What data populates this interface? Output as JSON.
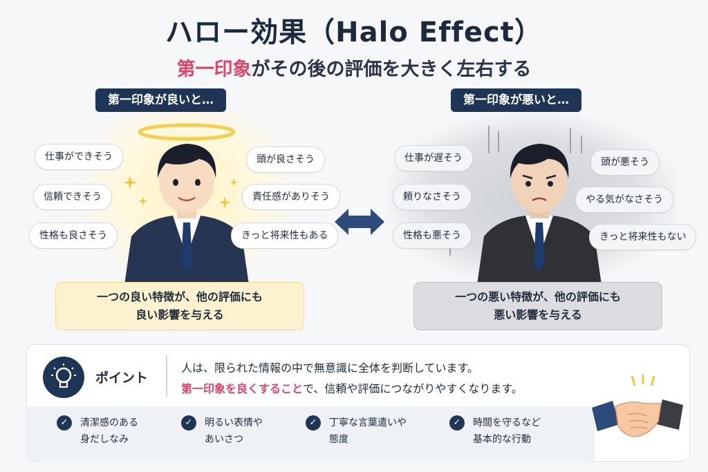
{
  "title": "ハロー効果（Halo Effect）",
  "subtitle": {
    "accent": "第一印象",
    "rest": "がその後の評価を大きく左右する"
  },
  "left": {
    "label": "第一印象が良いと…",
    "bubbles": [
      "仕事ができそう",
      "信頼できそう",
      "性格も良さそう",
      "頭が良さそう",
      "責任感がありそう",
      "きっと将来性もある"
    ],
    "summary_line1": "一つの良い特徴が、他の評価にも",
    "summary_line2": "良い影響を与える"
  },
  "right": {
    "label": "第一印象が悪いと…",
    "bubbles": [
      "仕事が遅そう",
      "頼りなさそう",
      "性格も悪そう",
      "頭が悪そう",
      "やる気がなさそう",
      "きっと将来性もない"
    ],
    "summary_line1": "一つの悪い特徴が、他の評価にも",
    "summary_line2": "悪い影響を与える"
  },
  "point": {
    "label": "ポイント",
    "line1": "人は、限られた情報の中で無意識に全体を判断しています。",
    "line2_accent": "第一印象を良くすること",
    "line2_rest": "で、信頼や評価につながりやすくなります。",
    "checks": [
      {
        "line1": "清潔感のある",
        "line2": "身だしなみ"
      },
      {
        "line1": "明るい表情や",
        "line2": "あいさつ"
      },
      {
        "line1": "丁寧な言葉遣いや",
        "line2": "態度"
      },
      {
        "line1": "時間を守るなど",
        "line2": "基本的な行動"
      }
    ]
  },
  "colors": {
    "navy": "#1f3556",
    "accent_pink": "#e0446a",
    "halo_gold": "#f5cf4a",
    "good_bg": "#fdf2cf",
    "bad_bg": "#dcdde0"
  },
  "icons": {
    "halo": "halo-ring-icon",
    "sparkle": "sparkle-icon",
    "arrow": "double-arrow-icon",
    "bulb": "lightbulb-icon",
    "check": "check-icon",
    "handshake": "handshake-icon"
  }
}
